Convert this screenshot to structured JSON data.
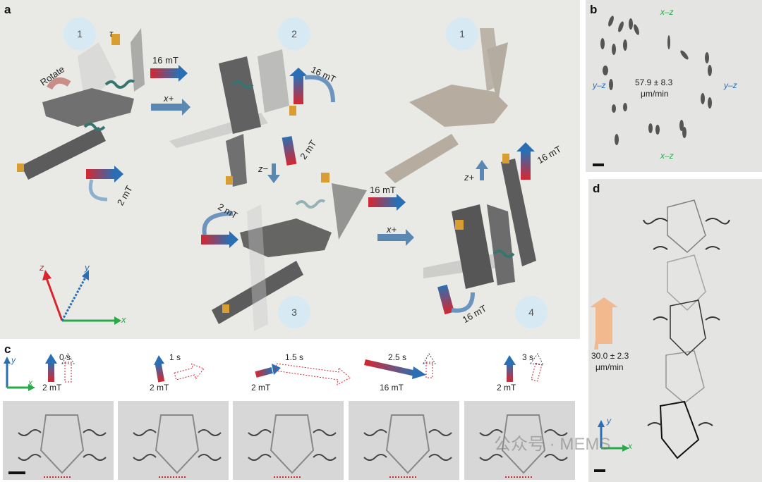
{
  "panel_a": {
    "label": "a",
    "steps": [
      "1",
      "2",
      "1",
      "3",
      "4"
    ],
    "rotate": "Rotate",
    "tau": "τ",
    "field_16": "16 mT",
    "field_2": "2 mT",
    "x_plus": "x+",
    "z_minus": "z−",
    "z_plus": "z+",
    "axis_x": "x",
    "axis_y": "y",
    "axis_z": "z"
  },
  "panel_b": {
    "label": "b",
    "top": "x–z",
    "bottom": "x–z",
    "left": "y–z",
    "right": "y–z",
    "speed_value": "57.9 ± 8.3",
    "speed_unit": "μm/min"
  },
  "panel_c": {
    "label": "c",
    "axis_y": "y",
    "axis_x": "x",
    "times": [
      "0 s",
      "1 s",
      "1.5 s",
      "2.5 s",
      "3 s"
    ],
    "fields": [
      "2 mT",
      "2 mT",
      "2 mT",
      "16 mT",
      "2 mT"
    ]
  },
  "panel_d": {
    "label": "d",
    "speed_value": "30.0 ± 2.3",
    "speed_unit": "μm/min",
    "axis_y": "y",
    "axis_x": "x"
  },
  "watermark": "公众号 · MEMS",
  "colors": {
    "panel_bg": "#e9e9e6",
    "blue": "#2a6fb3",
    "red": "#d8262e",
    "green": "#2aa84a",
    "orange_arrow": "#f3b98e",
    "bubble": "#d4eaf6"
  }
}
